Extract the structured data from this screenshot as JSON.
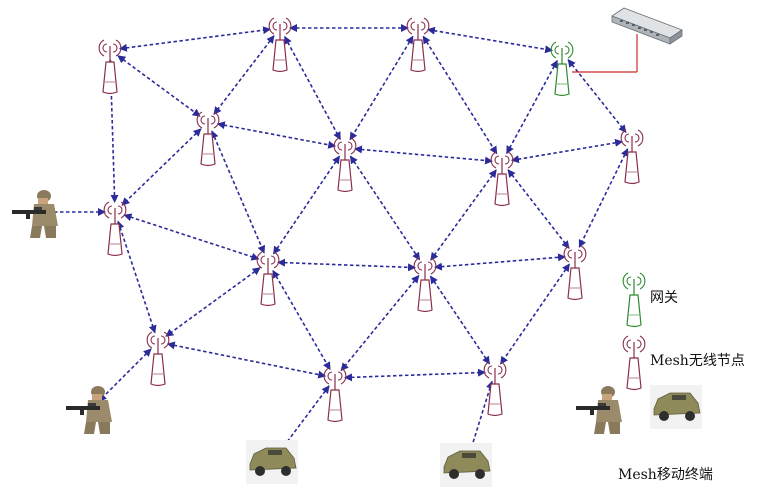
{
  "legend": {
    "gateway_label": "网关",
    "mesh_node_label": "Mesh无线节点",
    "mobile_terminal_label": "Mesh移动终端"
  },
  "colors": {
    "link": "#2b2b9a",
    "node": "#8a2e4a",
    "gateway": "#2e8a2e",
    "wired": "#cc2b2b",
    "switch": "#9aa0a6"
  },
  "icons": {
    "mesh_node": "antenna-tower-icon",
    "gateway": "antenna-tower-icon",
    "switch": "network-switch-icon",
    "soldier": "soldier-icon",
    "vehicle": "armored-vehicle-icon"
  }
}
